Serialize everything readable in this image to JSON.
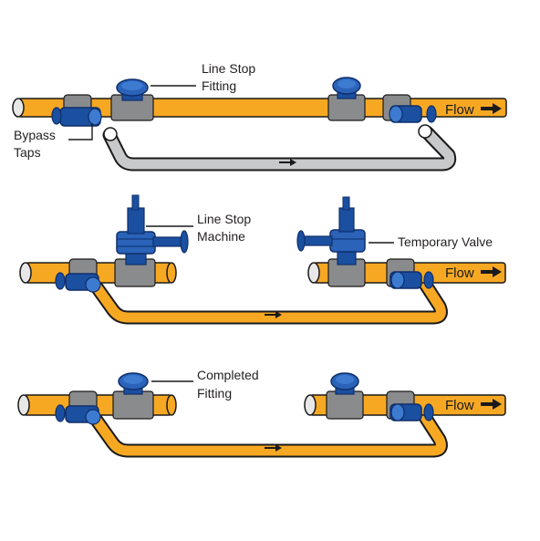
{
  "colors": {
    "pipe_orange": "#f7a823",
    "pipe_gray": "#c8c9cb",
    "fitting_gray": "#8a8b8d",
    "fitting_blue": "#1b4fa0",
    "fitting_blue_dark": "#0f2f6b",
    "fitting_blue_light": "#3d7bd1",
    "outline": "#1a1a1a"
  },
  "stage1": {
    "label_line_stop_1": "Line Stop",
    "label_line_stop_2": "Fitting",
    "label_bypass_1": "Bypass",
    "label_bypass_2": "Taps",
    "flow_label": "Flow"
  },
  "stage2": {
    "label_machine_1": "Line Stop",
    "label_machine_2": "Machine",
    "label_temp_valve": "Temporary Valve",
    "flow_label": "Flow"
  },
  "stage3": {
    "label_completed_1": "Completed",
    "label_completed_2": "Fitting",
    "flow_label": "Flow"
  },
  "icons": [
    "flow-arrow-icon",
    "valve-handle-icon"
  ]
}
